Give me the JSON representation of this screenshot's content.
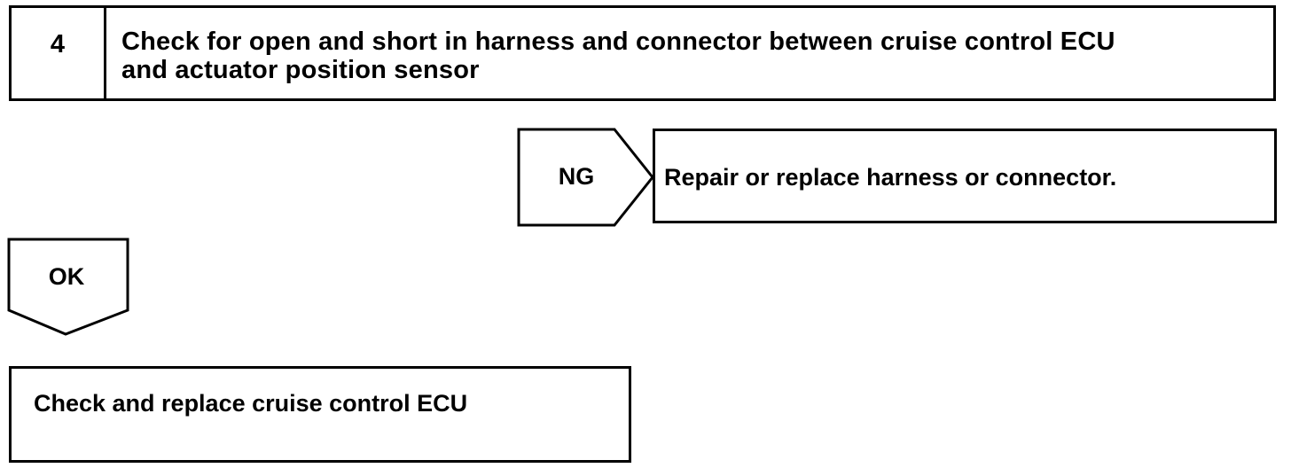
{
  "step": {
    "number": "4",
    "title_line1": "Check for open and short in harness and connector between cruise control ECU",
    "title_line2": "and actuator position sensor"
  },
  "ng_branch": {
    "label": "NG",
    "result": "Repair or replace harness or connector."
  },
  "ok_branch": {
    "label": "OK"
  },
  "action": {
    "text": "Check and replace cruise control ECU"
  }
}
